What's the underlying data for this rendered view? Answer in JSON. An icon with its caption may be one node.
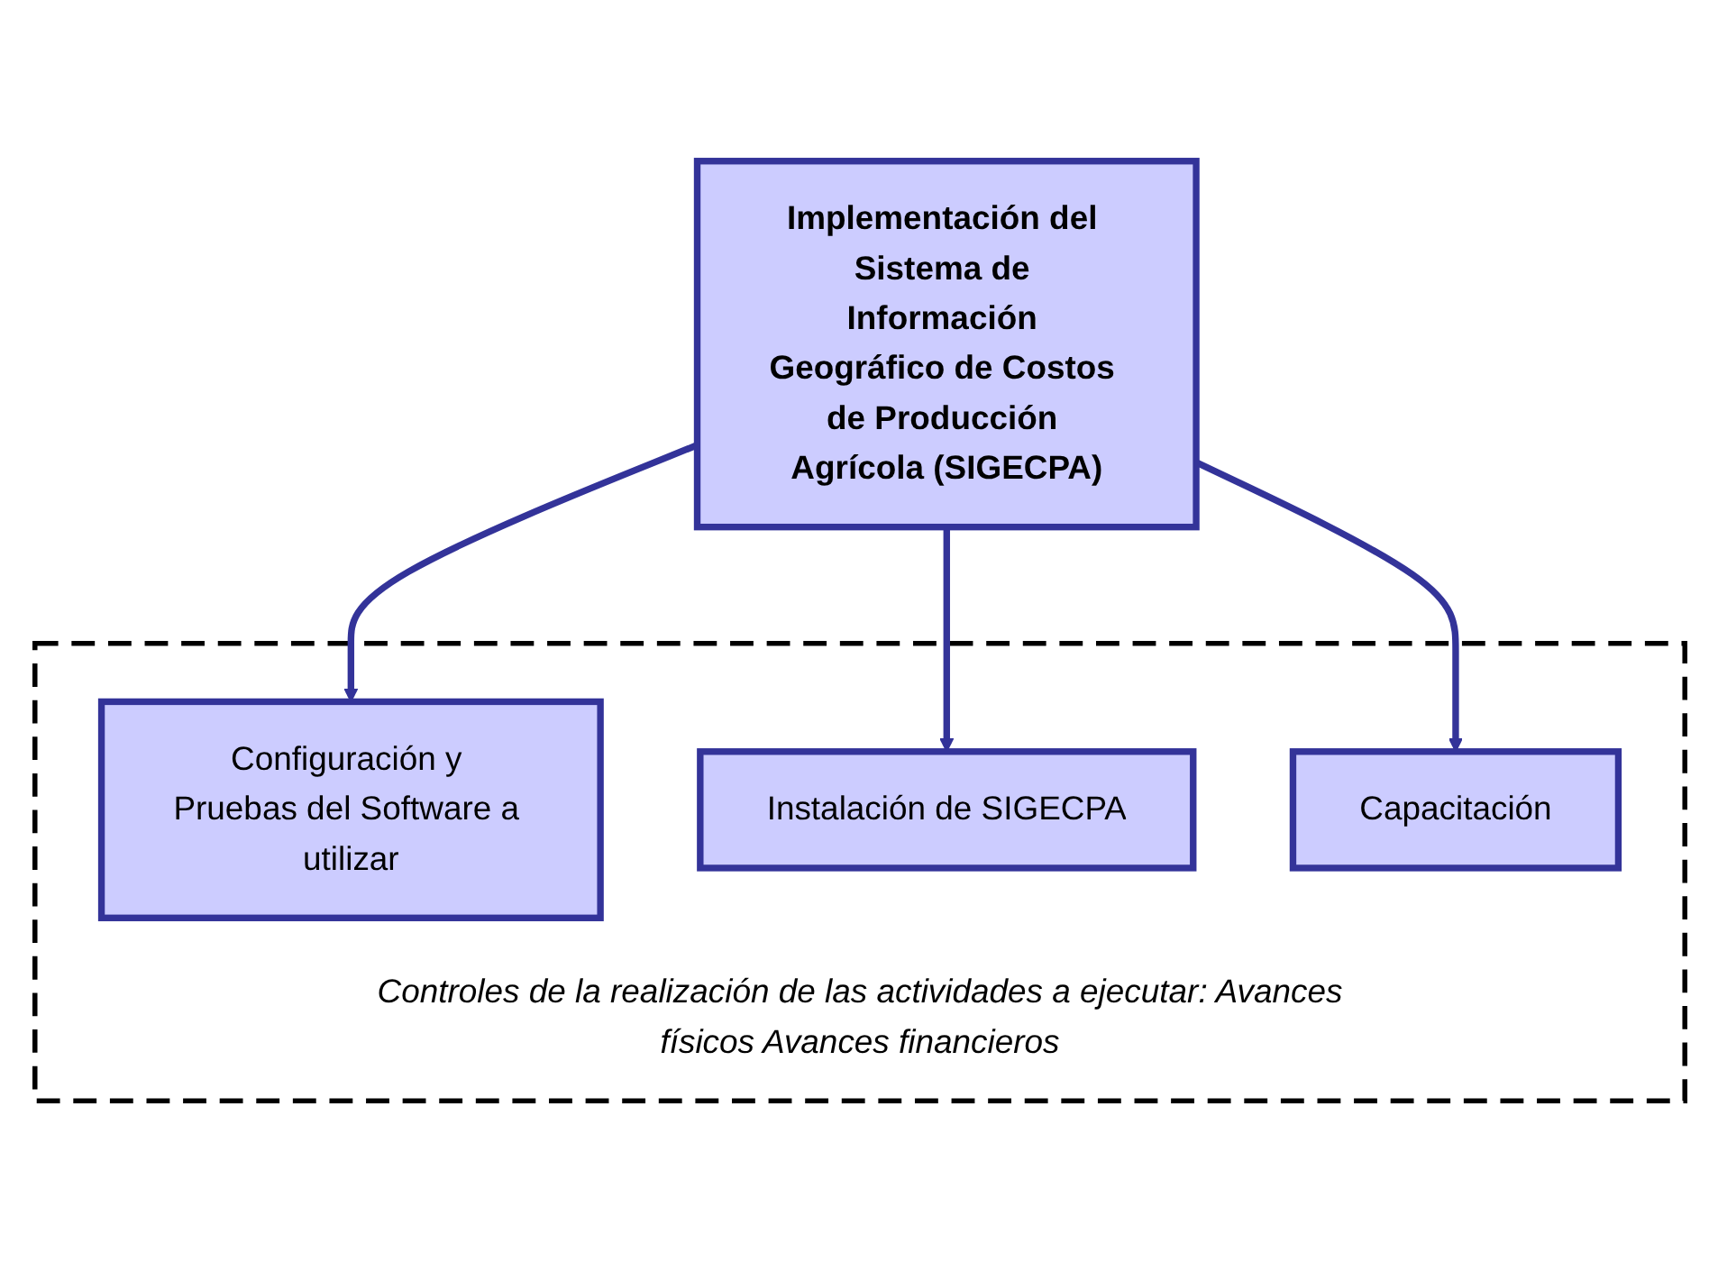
{
  "diagram": {
    "nodes": [
      {
        "text": [
          "Implementación del Sistema de Información Geográfico de Costos de Producción Agrícola (SIGECPA)"
        ]
      },
      {
        "text": [
          "Controles de la realización de las actividades a ejecutar: Avances físicos Avances financieros"
        ]
      },
      {
        "text": [
          "Configuración y Pruebas del Software a utilizar"
        ],
        "in": 1
      },
      {
        "text": [
          "Instalación de SIGECPA"
        ],
        "in": 1
      },
      {
        "text": [
          "Capacitación"
        ],
        "in": 1
      }
    ],
    "edges": [
      {
        "from": 0,
        "to": 2,
        "arrow": "to"
      },
      {
        "from": 0,
        "to": 3,
        "arrow": "to"
      },
      {
        "from": 0,
        "to": 4,
        "arrow": "to"
      }
    ]
  }
}
